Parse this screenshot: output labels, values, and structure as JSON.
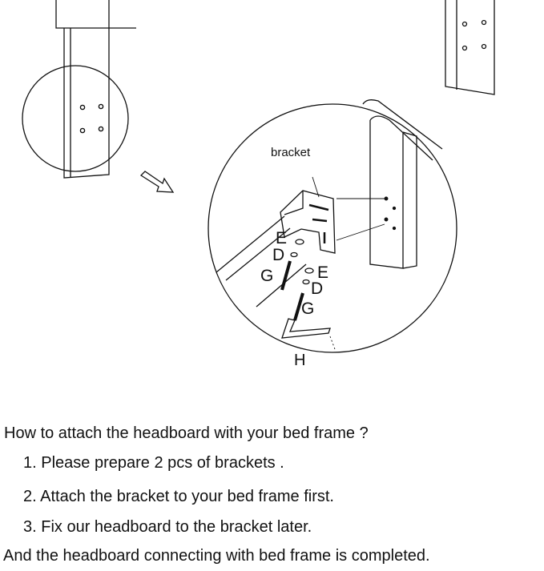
{
  "figure": {
    "labels": {
      "bracket": "bracket",
      "e_upper": "E",
      "d_upper": "D",
      "g_upper": "G",
      "e_lower": "E",
      "d_lower": "D",
      "g_lower": "G",
      "h": "H"
    }
  },
  "instructions": {
    "question": "How to attach the headboard with your bed frame ?",
    "steps": [
      "1. Please prepare 2 pcs of brackets .",
      "2. Attach  the bracket to your bed frame first.",
      "3. Fix our headboard  to the bracket later."
    ],
    "conclusion": "And the headboard connecting with bed frame is completed."
  }
}
